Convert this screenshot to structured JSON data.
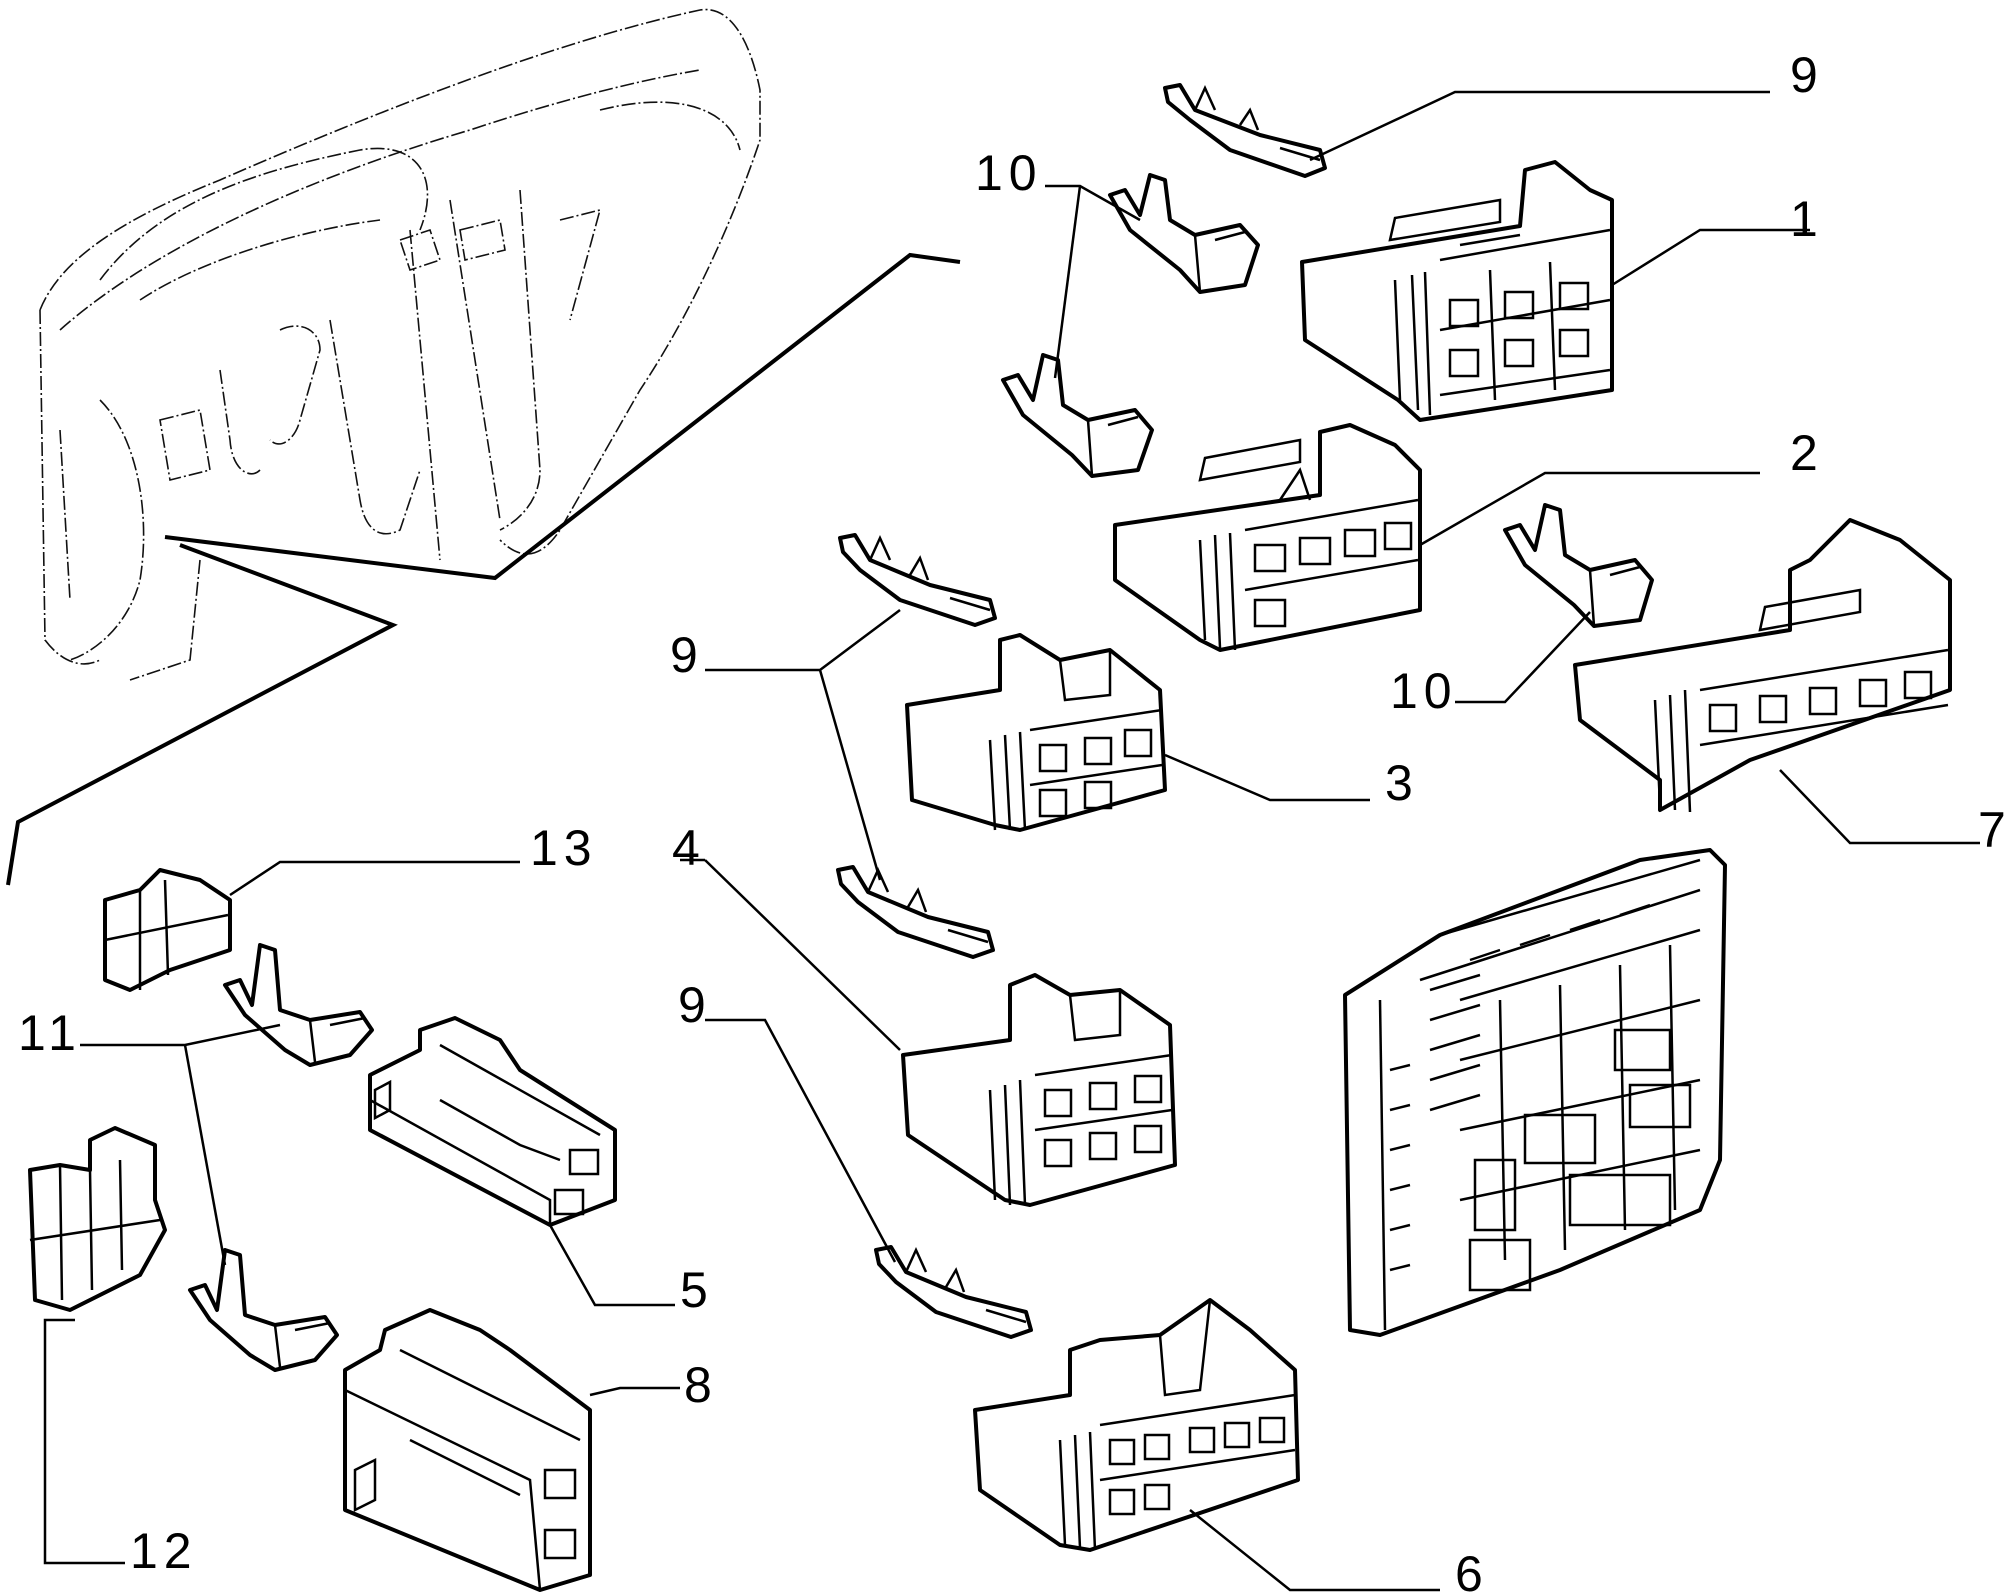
{
  "callouts": {
    "c1": "1",
    "c2": "2",
    "c3": "3",
    "c4": "4",
    "c5": "5",
    "c6": "6",
    "c7": "7",
    "c8": "8",
    "c9a": "9",
    "c9b": "9",
    "c9c": "9",
    "c10a": "10",
    "c10b": "10",
    "c11": "11",
    "c12": "12",
    "c13": "13"
  }
}
